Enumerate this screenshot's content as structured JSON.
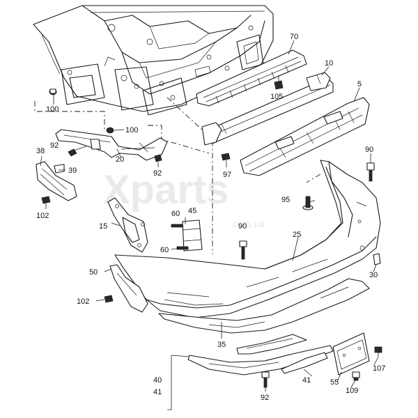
{
  "watermark": {
    "brand": "Xparts",
    "domain": ".com.ua"
  },
  "callouts": [
    {
      "id": "c70",
      "label": "70"
    },
    {
      "id": "c10",
      "label": "10"
    },
    {
      "id": "c5",
      "label": "5"
    },
    {
      "id": "c105",
      "label": "105"
    },
    {
      "id": "c100a",
      "label": "100"
    },
    {
      "id": "c100b",
      "label": "100"
    },
    {
      "id": "c38",
      "label": "38"
    },
    {
      "id": "c92a",
      "label": "92"
    },
    {
      "id": "c20",
      "label": "20"
    },
    {
      "id": "c92b",
      "label": "92"
    },
    {
      "id": "c97",
      "label": "97"
    },
    {
      "id": "c90a",
      "label": "90"
    },
    {
      "id": "c39",
      "label": "39"
    },
    {
      "id": "c95",
      "label": "95"
    },
    {
      "id": "c102a",
      "label": "102"
    },
    {
      "id": "c60a",
      "label": "60"
    },
    {
      "id": "c45",
      "label": "45"
    },
    {
      "id": "c15",
      "label": "15"
    },
    {
      "id": "c90b",
      "label": "90"
    },
    {
      "id": "c25",
      "label": "25"
    },
    {
      "id": "c60b",
      "label": "60"
    },
    {
      "id": "c50",
      "label": "50"
    },
    {
      "id": "c30",
      "label": "30"
    },
    {
      "id": "c102b",
      "label": "102"
    },
    {
      "id": "c35",
      "label": "35"
    },
    {
      "id": "c40",
      "label": "40"
    },
    {
      "id": "c41a",
      "label": "41"
    },
    {
      "id": "c41b",
      "label": "41"
    },
    {
      "id": "c55",
      "label": "55"
    },
    {
      "id": "c107",
      "label": "107"
    },
    {
      "id": "c109",
      "label": "109"
    },
    {
      "id": "c92c",
      "label": "92"
    }
  ]
}
